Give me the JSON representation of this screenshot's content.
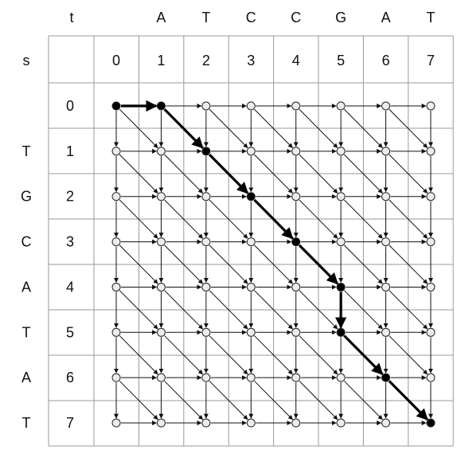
{
  "header": {
    "t_label": "t",
    "s_label": "s"
  },
  "t_sequence": [
    "A",
    "T",
    "C",
    "C",
    "G",
    "A",
    "T"
  ],
  "s_sequence": [
    "T",
    "G",
    "C",
    "A",
    "T",
    "A",
    "T"
  ],
  "column_indices": [
    "0",
    "1",
    "2",
    "3",
    "4",
    "5",
    "6",
    "7"
  ],
  "row_indices": [
    "0",
    "1",
    "2",
    "3",
    "4",
    "5",
    "6",
    "7"
  ],
  "alignment_path": [
    [
      0,
      0
    ],
    [
      0,
      1
    ],
    [
      1,
      2
    ],
    [
      2,
      3
    ],
    [
      3,
      4
    ],
    [
      4,
      5
    ],
    [
      5,
      5
    ],
    [
      6,
      6
    ],
    [
      7,
      7
    ]
  ],
  "colors": {
    "grid": "#999999",
    "edge": "#111111",
    "path": "#000000",
    "node_fill": "#e9edf3",
    "path_node": "#000000"
  }
}
